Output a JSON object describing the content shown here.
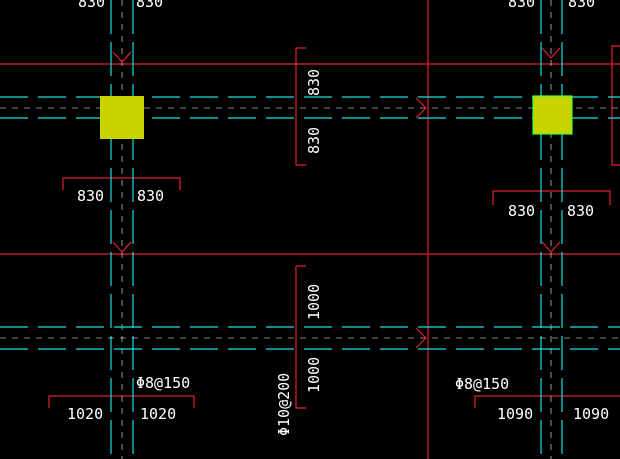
{
  "drawing": {
    "colors": {
      "background": "#000000",
      "grid_line": "#e0202a",
      "axis_line": "#19e0e0",
      "column": "#c8d400",
      "column_outline": "#39ff39",
      "text": "#ffffff"
    }
  },
  "labels": {
    "top_left_a": "830",
    "top_left_b": "830",
    "top_right_a": "830",
    "top_right_b": "830",
    "mid_vert_a": "830",
    "mid_vert_b": "830",
    "row1_left_a": "830",
    "row1_left_b": "830",
    "row1_right_a": "830",
    "row1_right_b": "830",
    "mid_vert_c": "1000",
    "mid_vert_d": "1000",
    "rebar_left": "Φ8@150",
    "rebar_right": "Φ8@150",
    "rebar_vert": "Φ10@200",
    "row2_left_a": "1020",
    "row2_left_b": "1020",
    "row2_right_a": "1090",
    "row2_right_b": "1090"
  }
}
